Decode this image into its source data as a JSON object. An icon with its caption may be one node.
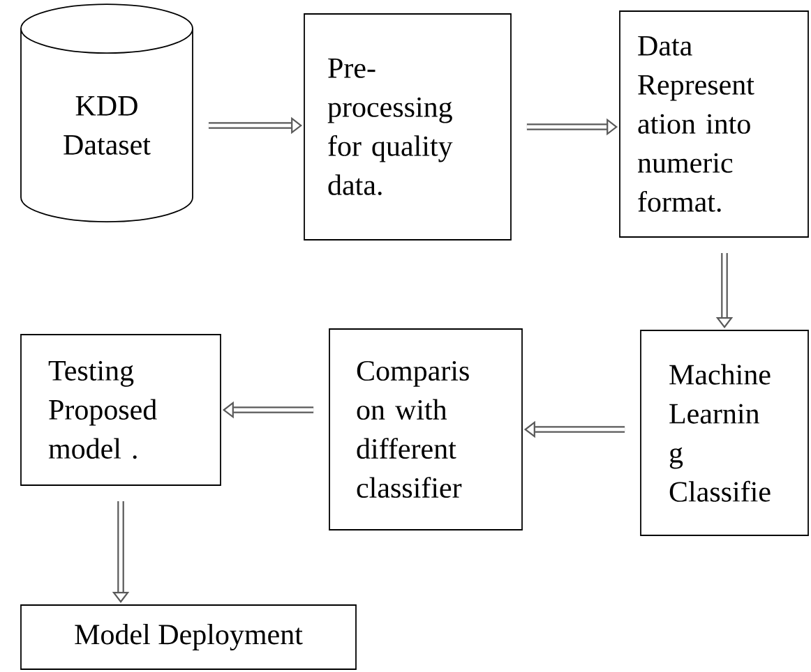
{
  "diagram": {
    "nodes": [
      {
        "text": [
          "KDD Dataset"
        ]
      },
      {
        "text": [
          "Pre- processing for quality data."
        ]
      },
      {
        "text": [
          "Data Represent ation into numeric format."
        ]
      },
      {
        "text": [
          "Machine Learnin g Classifie"
        ]
      },
      {
        "text": [
          "Comparis on with different classifier"
        ]
      },
      {
        "text": [
          "Testing Proposed model ."
        ]
      },
      {
        "text": [
          "Model Deployment"
        ]
      }
    ],
    "edges": [
      {
        "from": 0,
        "to": 1,
        "arrow": "to"
      },
      {
        "from": 1,
        "to": 2,
        "arrow": "to"
      },
      {
        "from": 2,
        "to": 3,
        "arrow": "to"
      },
      {
        "from": 3,
        "to": 4,
        "arrow": "to"
      },
      {
        "from": 4,
        "to": 5,
        "arrow": "to"
      },
      {
        "from": 5,
        "to": 6,
        "arrow": "to"
      }
    ]
  }
}
